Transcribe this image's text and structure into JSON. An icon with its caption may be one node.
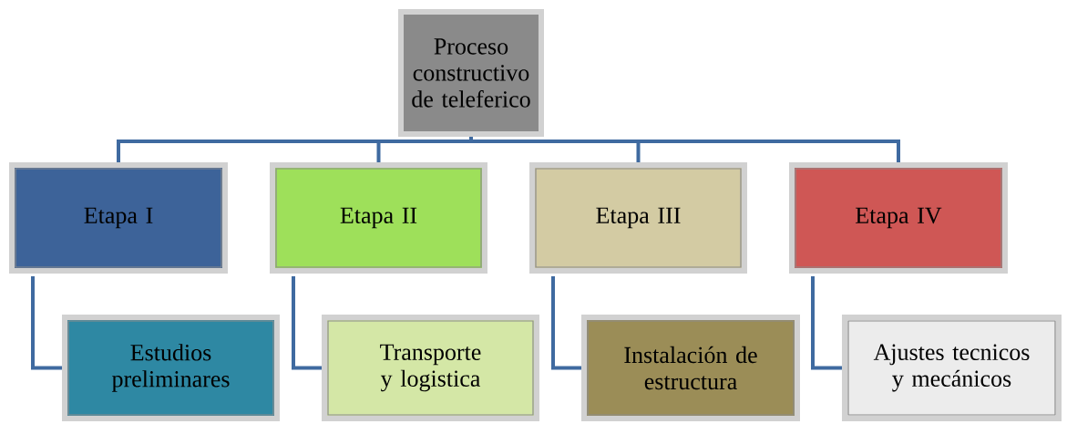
{
  "diagram": {
    "nodes": [
      {
        "text": [
          "Proceso constructivo de teleferico"
        ]
      },
      {
        "text": [
          "Etapa I"
        ]
      },
      {
        "text": [
          "Etapa II"
        ]
      },
      {
        "text": [
          "Etapa III"
        ]
      },
      {
        "text": [
          "Etapa IV"
        ]
      },
      {
        "text": [
          "Estudios preliminares"
        ]
      },
      {
        "text": [
          "Transporte y logistica"
        ]
      },
      {
        "text": [
          "Instalación de estructura"
        ]
      },
      {
        "text": [
          "Ajustes tecnicos y mecánicos"
        ]
      }
    ],
    "edges": [
      {
        "from": 0,
        "to": 1,
        "arrow": "none"
      },
      {
        "from": 0,
        "to": 2,
        "arrow": "none"
      },
      {
        "from": 0,
        "to": 3,
        "arrow": "none"
      },
      {
        "from": 0,
        "to": 4,
        "arrow": "none"
      },
      {
        "from": 1,
        "to": 5,
        "arrow": "none"
      },
      {
        "from": 2,
        "to": 6,
        "arrow": "none"
      },
      {
        "from": 3,
        "to": 7,
        "arrow": "none"
      },
      {
        "from": 4,
        "to": 8,
        "arrow": "none"
      }
    ]
  }
}
